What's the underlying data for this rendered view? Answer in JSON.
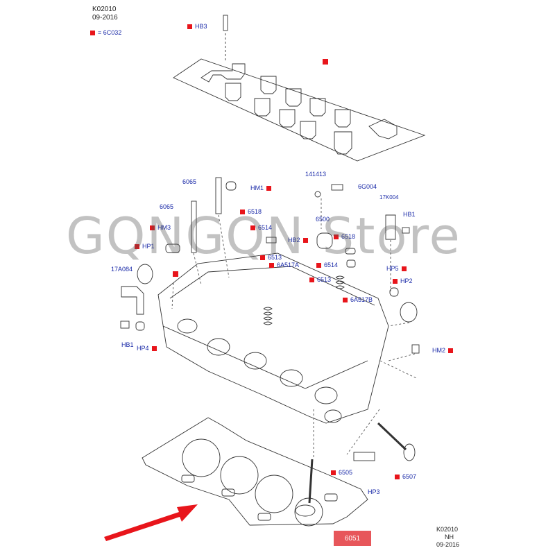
{
  "header": {
    "code": "K02010",
    "date": "09-2016"
  },
  "legend": {
    "text": "= 6C032"
  },
  "watermark": "GQNGQN Store",
  "footer": {
    "code": "K02010",
    "region": "NH",
    "date": "09-2016"
  },
  "highlighted_part": "6051",
  "colors": {
    "marker": "#e8151b",
    "label": "#1a2aa8",
    "arrow": "#e8151b",
    "highlight": "#e7565a"
  },
  "callouts": [
    {
      "id": "hb3",
      "label": "HB3",
      "marker": true
    },
    {
      "id": "6065a",
      "label": "6065",
      "marker": false
    },
    {
      "id": "hm1",
      "label": "HM1",
      "marker": true
    },
    {
      "id": "6065b",
      "label": "6065",
      "marker": false
    },
    {
      "id": "6518a",
      "label": "6518",
      "marker": true
    },
    {
      "id": "hm3",
      "label": "HM3",
      "marker": true
    },
    {
      "id": "6514a",
      "label": "6514",
      "marker": true
    },
    {
      "id": "hp1",
      "label": "HP1",
      "marker": true
    },
    {
      "id": "hb2",
      "label": "HB2",
      "marker": true
    },
    {
      "id": "6513a",
      "label": "6513",
      "marker": true
    },
    {
      "id": "6a517a",
      "label": "6A517A",
      "marker": true
    },
    {
      "id": "17a084",
      "label": "17A084",
      "marker": false
    },
    {
      "id": "hb1",
      "label": "HB1",
      "marker": false
    },
    {
      "id": "hp4",
      "label": "HP4",
      "marker": true
    },
    {
      "id": "141413",
      "label": "141413",
      "marker": false
    },
    {
      "id": "6g004",
      "label": "6G004",
      "marker": false
    },
    {
      "id": "17k004",
      "label": "17K004",
      "marker": false
    },
    {
      "id": "hb1r",
      "label": "HB1",
      "marker": false
    },
    {
      "id": "6500",
      "label": "6500",
      "marker": false
    },
    {
      "id": "6518b",
      "label": "6518",
      "marker": true
    },
    {
      "id": "6514b",
      "label": "6514",
      "marker": true
    },
    {
      "id": "6513b",
      "label": "6513",
      "marker": true
    },
    {
      "id": "hp5",
      "label": "HP5",
      "marker": true
    },
    {
      "id": "hp2",
      "label": "HP2",
      "marker": true
    },
    {
      "id": "6a517b",
      "label": "6A517B",
      "marker": true
    },
    {
      "id": "hm2",
      "label": "HM2",
      "marker": true
    },
    {
      "id": "6505",
      "label": "6505",
      "marker": true
    },
    {
      "id": "6507",
      "label": "6507",
      "marker": true
    },
    {
      "id": "hp3",
      "label": "HP3",
      "marker": false
    }
  ]
}
